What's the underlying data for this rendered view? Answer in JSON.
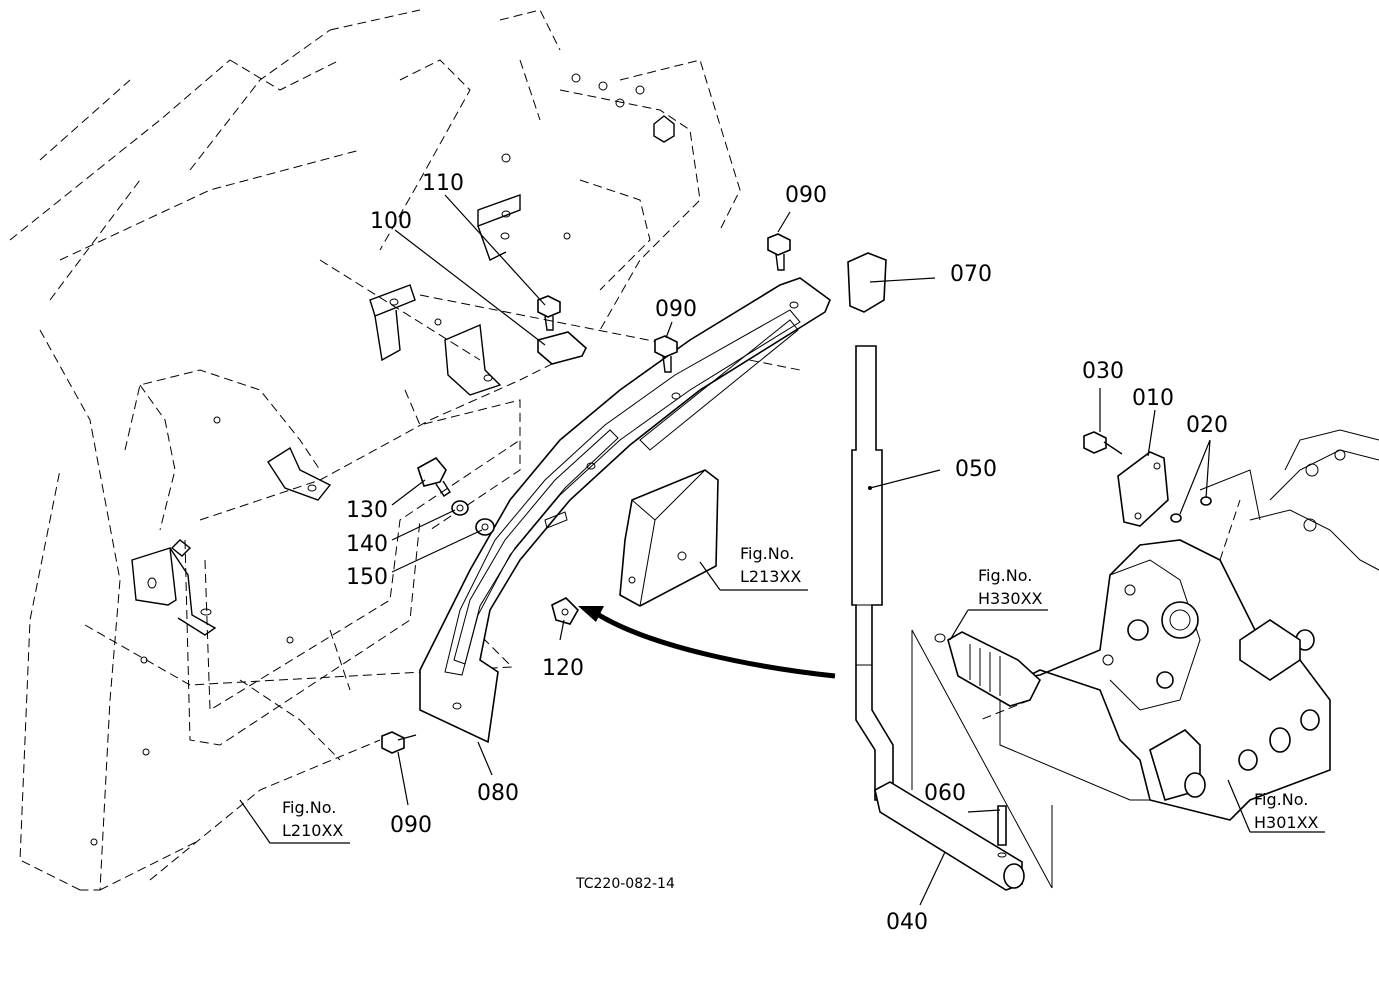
{
  "labels": {
    "p010": "010",
    "p020": "020",
    "p030": "030",
    "p040": "040",
    "p050": "050",
    "p060": "060",
    "p070": "070",
    "p080": "080",
    "p090a": "090",
    "p090b": "090",
    "p090c": "090",
    "p100": "100",
    "p110": "110",
    "p120": "120",
    "p130": "130",
    "p140": "140",
    "p150": "150"
  },
  "figure_refs": {
    "l213": {
      "title": "Fig.No.",
      "code": "L213XX"
    },
    "h330": {
      "title": "Fig.No.",
      "code": "H330XX"
    },
    "l210": {
      "title": "Fig.No.",
      "code": "L210XX"
    },
    "h301": {
      "title": "Fig.No.",
      "code": "H301XX"
    }
  },
  "drawing_code": "TC220-082-14"
}
